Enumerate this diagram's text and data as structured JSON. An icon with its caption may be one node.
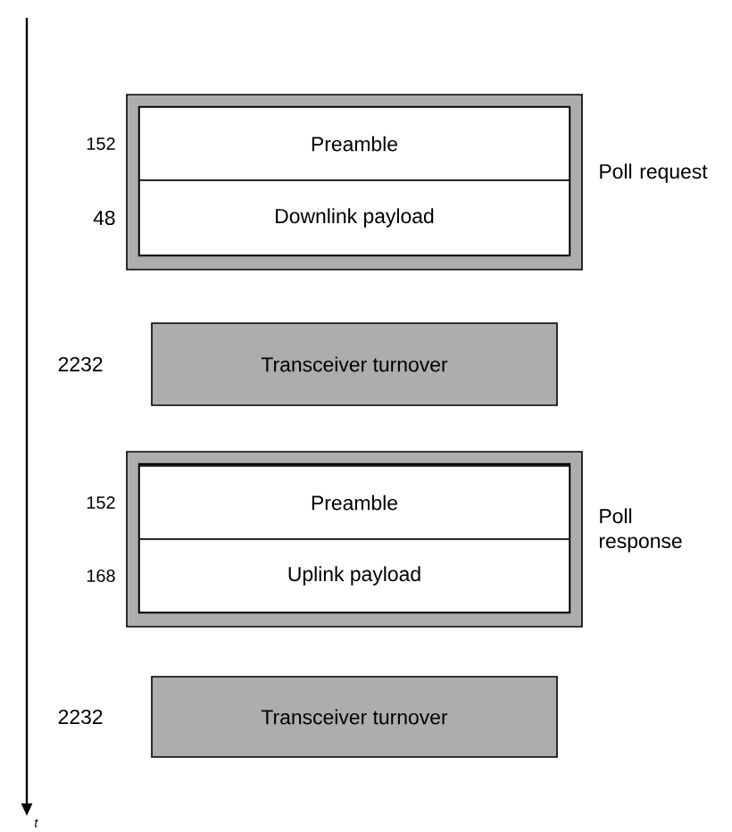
{
  "diagram": {
    "nodes": [
      {
        "text": [
          "Poll request"
        ]
      },
      {
        "text": [
          "Preamble"
        ],
        "in": 0,
        "beside": [
          "152"
        ]
      },
      {
        "text": [
          "Downlink payload"
        ],
        "in": 0,
        "beside": [
          "48"
        ]
      },
      {
        "text": [
          "Transceiver turnover"
        ],
        "beside": [
          "2232"
        ]
      },
      {
        "text": [
          "Poll response"
        ]
      },
      {
        "text": [
          "Preamble"
        ],
        "in": 4,
        "beside": [
          "152"
        ]
      },
      {
        "text": [
          "Uplink payload"
        ],
        "in": 4,
        "beside": [
          "168"
        ]
      },
      {
        "text": [
          "Transceiver turnover"
        ],
        "beside": [
          "2232"
        ]
      }
    ],
    "labels": [
      "t"
    ]
  }
}
